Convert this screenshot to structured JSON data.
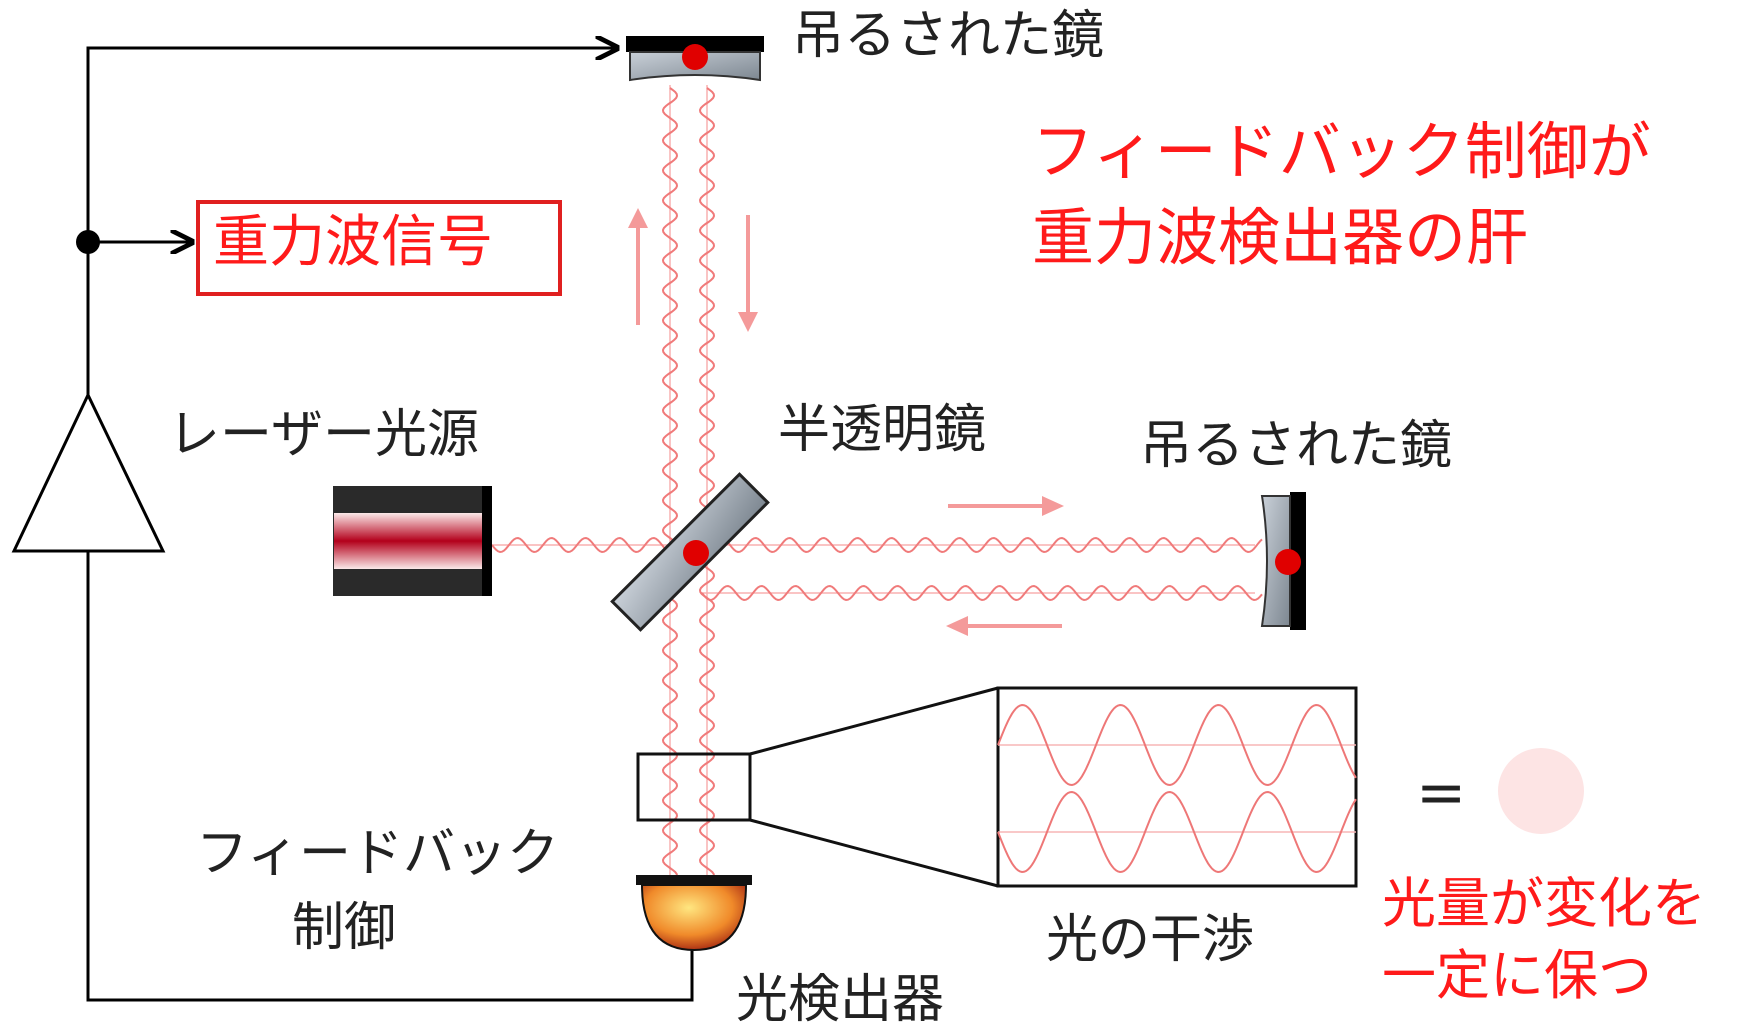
{
  "labels": {
    "mirror_top": "吊るされた鏡",
    "mirror_right": "吊るされた鏡",
    "beam_splitter": "半透明鏡",
    "laser": "レーザー光源",
    "gw_signal": "重力波信号",
    "feedback_line1": "フィードバック",
    "feedback_line2": "制御",
    "photodetector": "光検出器",
    "interference": "光の干渉",
    "equals": "="
  },
  "callouts": {
    "headline_line1": "フィードバック制御が",
    "headline_line2": "重力波検出器の肝",
    "note_line1": "光量が変化を",
    "note_line2": "一定に保つ"
  },
  "colors": {
    "accent_red": "#ff1a1a",
    "beam": "#f07a7a",
    "mirror_gray": "#9aa3ad",
    "dot_red": "#e00000"
  }
}
